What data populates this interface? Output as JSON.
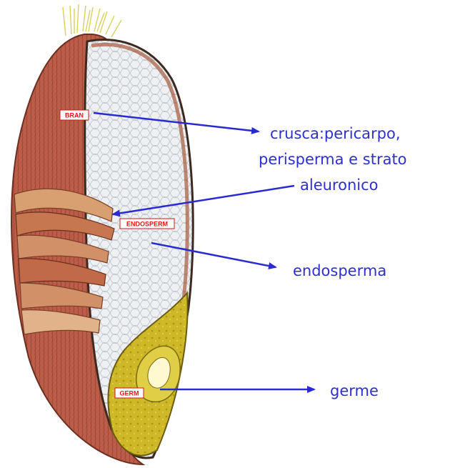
{
  "figure": {
    "tags": {
      "bran": "BRAN",
      "endosperm": "ENDOSPERM",
      "germ": "GERM"
    },
    "callouts": {
      "bran_line1": "crusca:pericarpo,",
      "bran_line2": "perisperma e strato",
      "bran_line3": "aleuronico",
      "endosperm": "endosperma",
      "germ": "germe"
    },
    "colors": {
      "bran": "#b85a45",
      "bran_dark": "#7a3325",
      "endosperm": "#eceef0",
      "germ": "#c9b51e",
      "arrow": "#2a2ad0",
      "callout_text": "#2f2fd0",
      "tag_text": "#e01818"
    }
  }
}
